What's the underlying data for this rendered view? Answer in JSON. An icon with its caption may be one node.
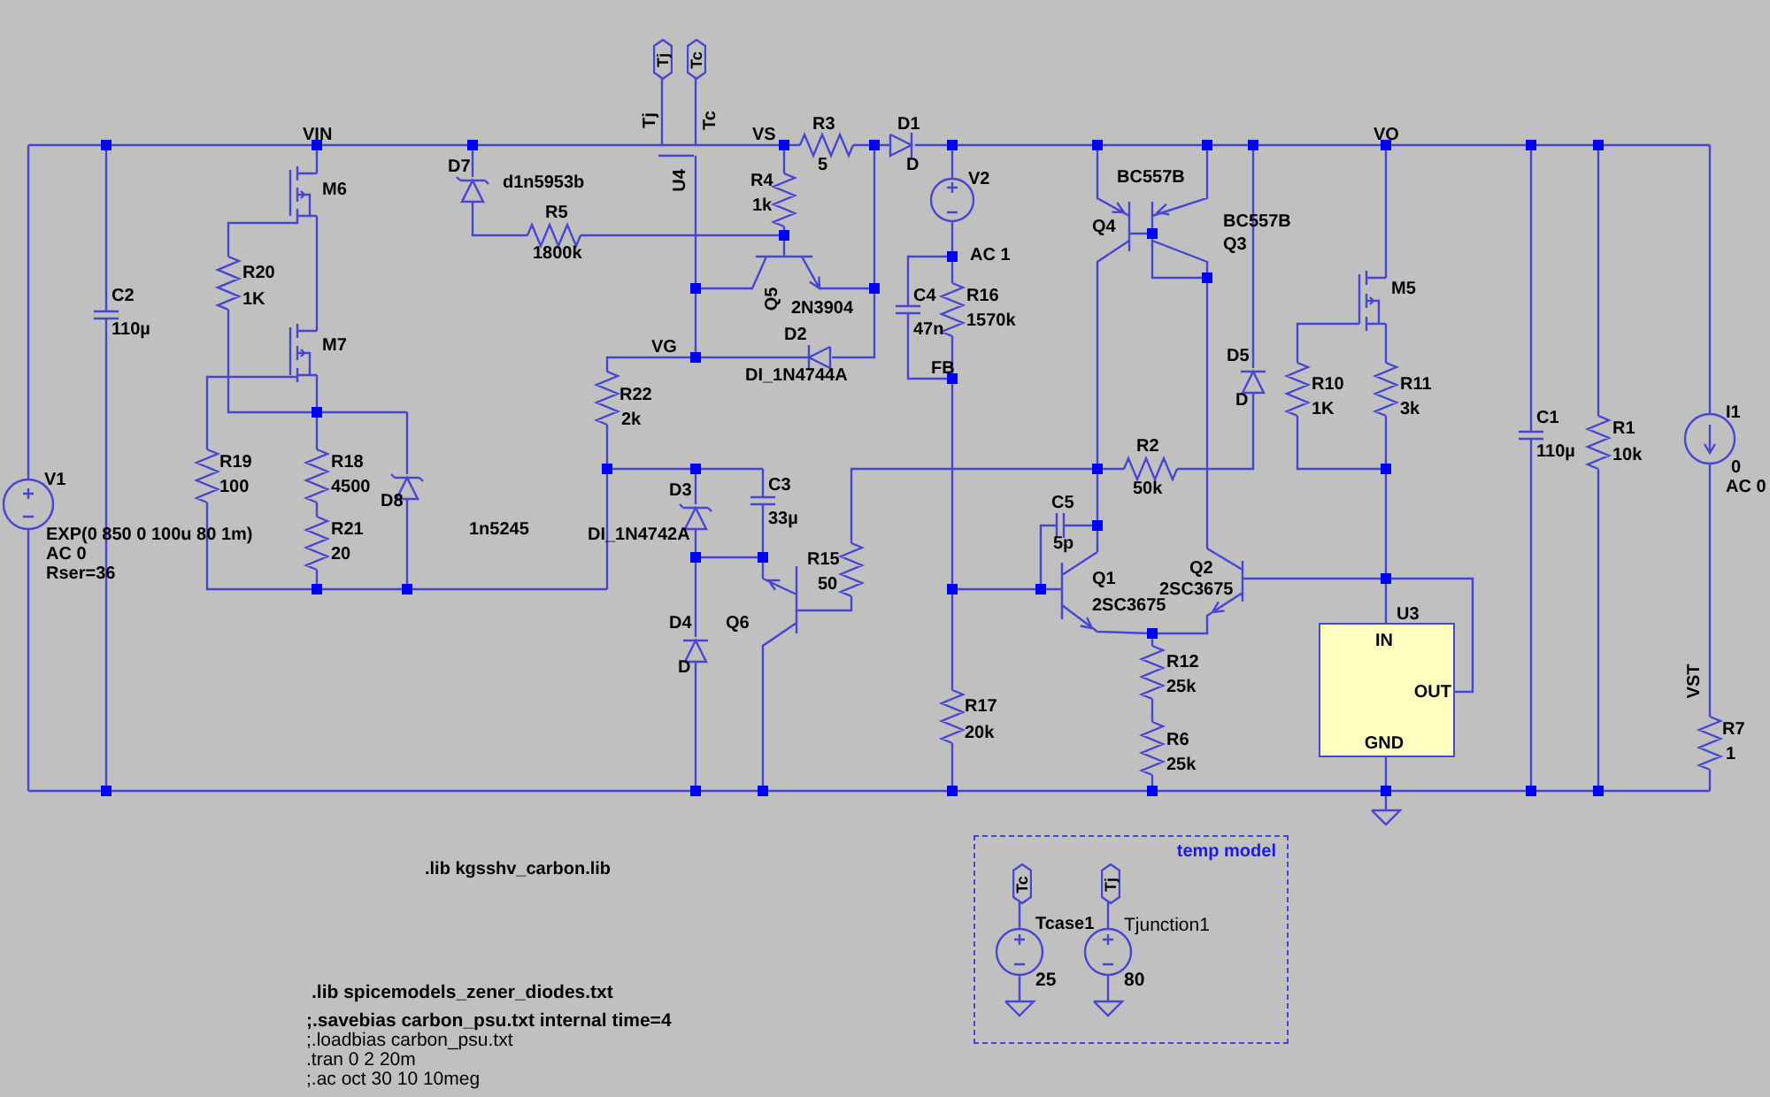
{
  "diagram": {
    "nodes": [
      {
        "text": [
          "IN",
          "OUT",
          "GND"
        ],
        "beside": [
          "U3"
        ]
      },
      {
        "text": [
          "temp model"
        ]
      },
      {
        "text": [
          "Tj"
        ]
      },
      {
        "text": [
          "Tc"
        ]
      },
      {
        "text": [
          "Tc"
        ],
        "in": 1
      },
      {
        "text": [
          "Tj"
        ],
        "in": 1
      }
    ],
    "labels": [
      "VIN",
      "Tj",
      "Tc",
      "VS",
      "R3",
      "5",
      "D1",
      "D",
      "VO",
      "D7",
      "d1n5953b",
      "U4",
      "R4",
      "1k",
      "M6",
      "V2",
      "BC557B",
      "R5",
      "Q4",
      "BC557B",
      "Q3",
      "1800k",
      "AC 1",
      "R20",
      "M5",
      "C2",
      "C4",
      "R16",
      "Q5",
      "1K",
      "2N3904",
      "1570k",
      "110µ",
      "47n",
      "D2",
      "M7",
      "VG",
      "D5",
      "FB",
      "DI_1N4744A",
      "R10",
      "R11",
      "R22",
      "D",
      "1K",
      "3k",
      "I1",
      "C1",
      "2k",
      "R1",
      "R2",
      "110µ",
      "10k",
      "R19",
      "R18",
      "0",
      "V1",
      "100",
      "4500",
      "AC 0",
      "50k",
      "D3",
      "C3",
      "D8",
      "C5",
      "33µ",
      "R21",
      "1n5245",
      "EXP(0 850 0 100u 80 1m)",
      "DI_1N4742A",
      "5p",
      "20",
      "AC 0",
      "R15",
      "Q2",
      "Rser=36",
      "Q1",
      "50",
      "2SC3675",
      "2SC3675",
      "D4",
      "Q6",
      "R12",
      "D",
      "VST",
      "25k",
      "R17",
      "R7",
      "20k",
      "R6",
      "1",
      "25k",
      ".lib kgsshv_carbon.lib",
      "Tcase1",
      "Tjunction1",
      "25",
      "80",
      ".lib spicemodels_zener_diodes.txt",
      ";.savebias carbon_psu.txt internal time=4",
      ";.loadbias carbon_psu.txt",
      ".tran 0 2 20m",
      ";.ac oct 30 10 10meg"
    ]
  }
}
